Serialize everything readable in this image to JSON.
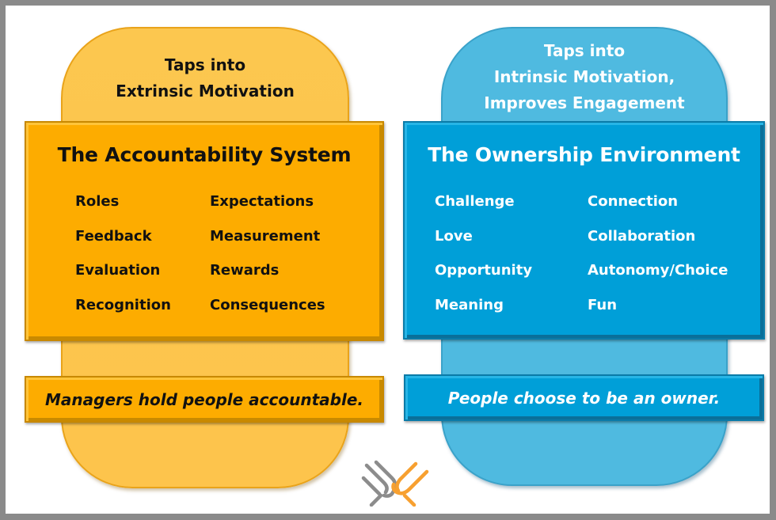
{
  "left": {
    "header_line1": "Taps into",
    "header_line2": "Extrinsic Motivation",
    "title": "The Accountability System",
    "items": [
      "Roles",
      "Expectations",
      "Feedback",
      "Measurement",
      "Evaluation",
      "Rewards",
      "Recognition",
      "Consequences"
    ],
    "footer": "Managers hold people accountable.",
    "colors": {
      "panel": "#fdc44c",
      "box": "#fdac00",
      "text": "#111111"
    }
  },
  "right": {
    "header_line1": "Taps into",
    "header_line2": "Intrinsic Motivation,",
    "header_line3": "Improves Engagement",
    "title": "The Ownership Environment",
    "items": [
      "Challenge",
      "Connection",
      "Love",
      "Collaboration",
      "Opportunity",
      "Autonomy/Choice",
      "Meaning",
      "Fun"
    ],
    "footer": "People choose to be an owner.",
    "colors": {
      "panel": "#4fbae0",
      "box": "#009fd8",
      "text": "#ffffff"
    }
  },
  "logo": {
    "icon": "interlinked-hands-logo-icon",
    "colors": [
      "#8c8c8c",
      "#f7a030"
    ]
  }
}
